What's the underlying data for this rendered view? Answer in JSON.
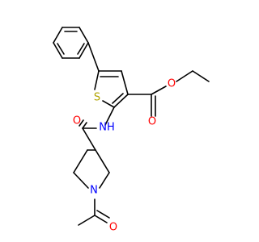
{
  "atoms": {
    "o_ester_carbonyl": "O",
    "o_ester_ether": "O",
    "o_amide": "O",
    "o_acetyl": "O",
    "n_amide": "NH",
    "n_piperidine": "N",
    "s_thiophene": "S"
  },
  "colors": {
    "bond": "#000000",
    "oxygen": "#ff0000",
    "nitrogen": "#0000ff",
    "sulfur": "#b2a400",
    "background": "#ffffff"
  }
}
